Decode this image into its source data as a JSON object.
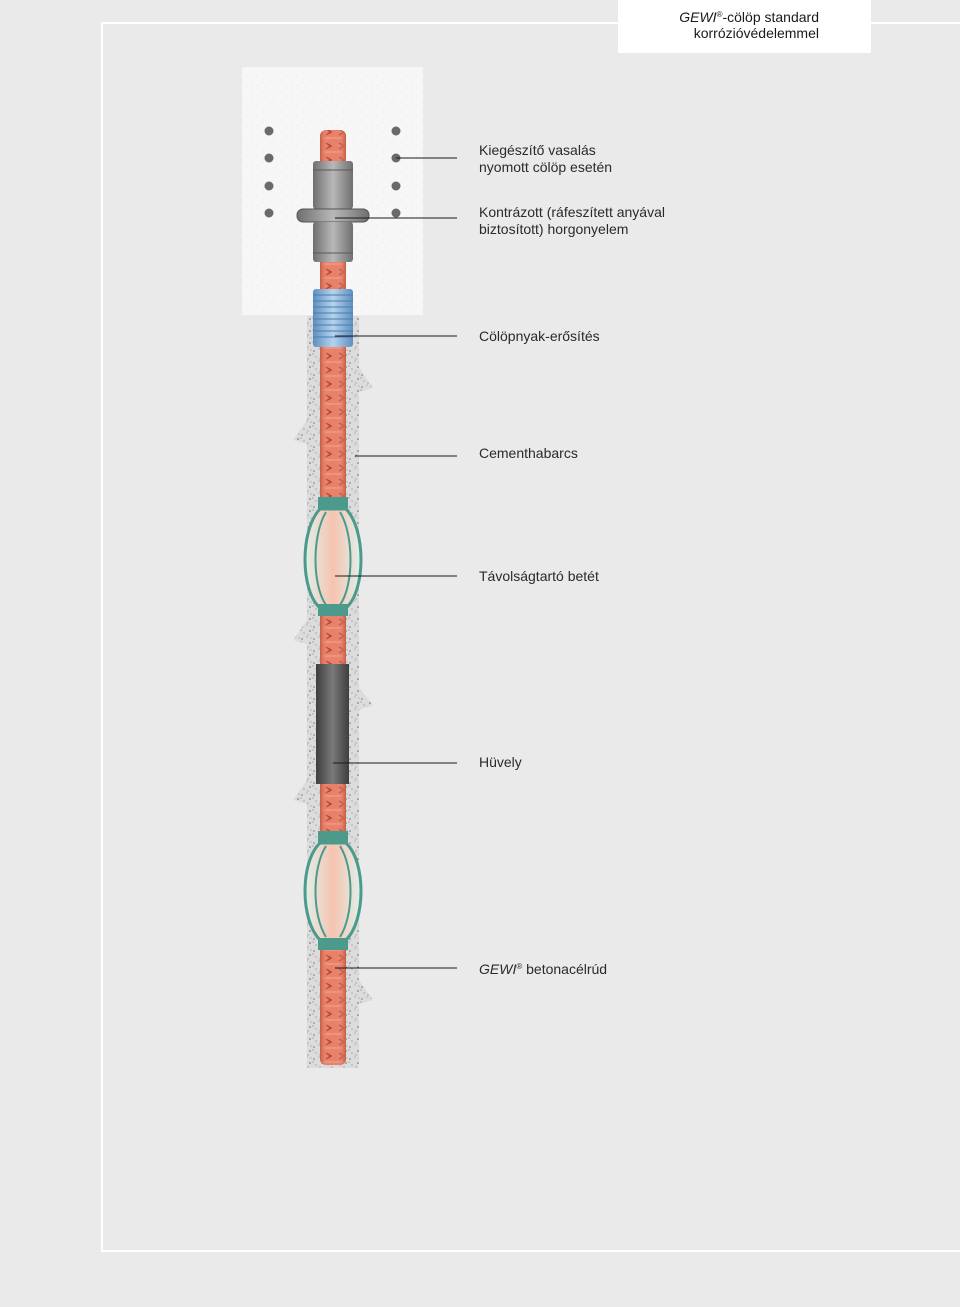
{
  "title": {
    "brand": "GEWI",
    "registered": "®",
    "line1_rest": "-cölöp standard",
    "line2": "korrózióvédelemmel"
  },
  "labels": {
    "reinforcement_line1": "Kiegészítő vasalás",
    "reinforcement_line2": "nyomott cölöp esetén",
    "anchor_line1": "Kontrázott (ráfeszített anyával",
    "anchor_line2": "biztosított) horgonyelem",
    "pile_neck": "Cölöpnyak-erősítés",
    "grout": "Cementhabarcs",
    "spacer": "Távolságtartó betét",
    "sleeve": "Hüvely",
    "bar_brand": "GEWI",
    "bar_registered": "®",
    "bar_rest": " betonacélrúd"
  },
  "colors": {
    "background": "#eaeaea",
    "concrete": "#f7f7f7",
    "grout": "#d4d4d4",
    "steel_bar": "#e8806a",
    "rib": "#b3422a",
    "nut": "#8a8a8a",
    "blue_sleeve": "#8db8de",
    "spacer": "#4c9a8c",
    "sleeve": "#5a5a5a"
  }
}
